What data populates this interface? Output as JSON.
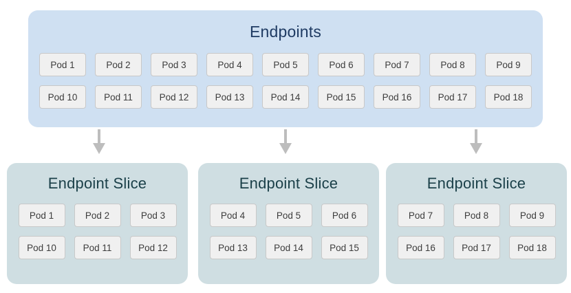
{
  "diagram": {
    "colors": {
      "endpoints_bg": "#cfe0f2",
      "endpoints_title": "#1f3b63",
      "slice_bg": "#cfdee2",
      "slice_title": "#1b4049",
      "pod_bg": "#f0f0f0",
      "pod_border": "#c8c8c8",
      "pod_text": "#3c3c3c",
      "arrow": "#bdbdbd",
      "page_bg": "#ffffff"
    },
    "endpoints": {
      "title": "Endpoints",
      "rows": [
        [
          "Pod 1",
          "Pod 2",
          "Pod 3",
          "Pod 4",
          "Pod 5",
          "Pod 6",
          "Pod 7",
          "Pod 8",
          "Pod 9"
        ],
        [
          "Pod 10",
          "Pod 11",
          "Pod 12",
          "Pod 13",
          "Pod 14",
          "Pod 15",
          "Pod 16",
          "Pod 17",
          "Pod 18"
        ]
      ]
    },
    "arrows": [
      {
        "name": "arrow-to-slice-1"
      },
      {
        "name": "arrow-to-slice-2"
      },
      {
        "name": "arrow-to-slice-3"
      }
    ],
    "slices": [
      {
        "title": "Endpoint Slice",
        "rows": [
          [
            "Pod 1",
            "Pod 2",
            "Pod 3"
          ],
          [
            "Pod 10",
            "Pod 11",
            "Pod 12"
          ]
        ]
      },
      {
        "title": "Endpoint Slice",
        "rows": [
          [
            "Pod 4",
            "Pod 5",
            "Pod 6"
          ],
          [
            "Pod 13",
            "Pod 14",
            "Pod 15"
          ]
        ]
      },
      {
        "title": "Endpoint Slice",
        "rows": [
          [
            "Pod 7",
            "Pod 8",
            "Pod 9"
          ],
          [
            "Pod 16",
            "Pod 17",
            "Pod 18"
          ]
        ]
      }
    ]
  }
}
